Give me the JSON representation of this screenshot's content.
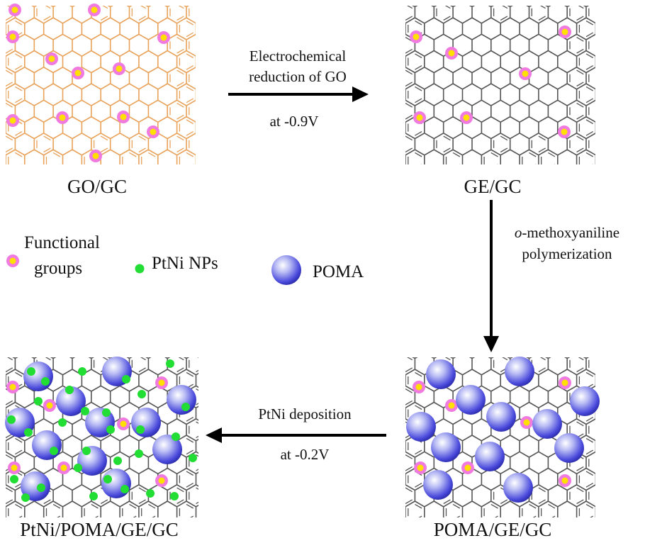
{
  "panels": {
    "go_gc": {
      "label": "GO/GC",
      "lattice_color": "#e8a25a"
    },
    "ge_gc": {
      "label": "GE/GC",
      "lattice_color": "#555555"
    },
    "poma_ge_gc": {
      "label": "POMA/GE/GC",
      "lattice_color": "#555555"
    },
    "ptni_poma_ge_gc": {
      "label": "PtNi/POMA/GE/GC",
      "lattice_color": "#555555"
    }
  },
  "steps": {
    "reduction": {
      "line1": "Electrochemical",
      "line2": "reduction of GO",
      "line3": "at -0.9V"
    },
    "polymerization": {
      "line1_italic": "o",
      "line1_rest": "-methoxyaniline",
      "line2": "polymerization"
    },
    "deposition": {
      "line1": "PtNi deposition",
      "line2": "at -0.2V"
    }
  },
  "legend": {
    "functional_groups_line1": "Functional",
    "functional_groups_line2": "groups",
    "ptni": "PtNi NPs",
    "poma": "POMA"
  },
  "colors": {
    "functional_group_ring": "#f07ae0",
    "functional_group_core": "#ffe000",
    "ptni": "#22dd33",
    "poma": "#4a4adc",
    "arrow": "#000000"
  }
}
